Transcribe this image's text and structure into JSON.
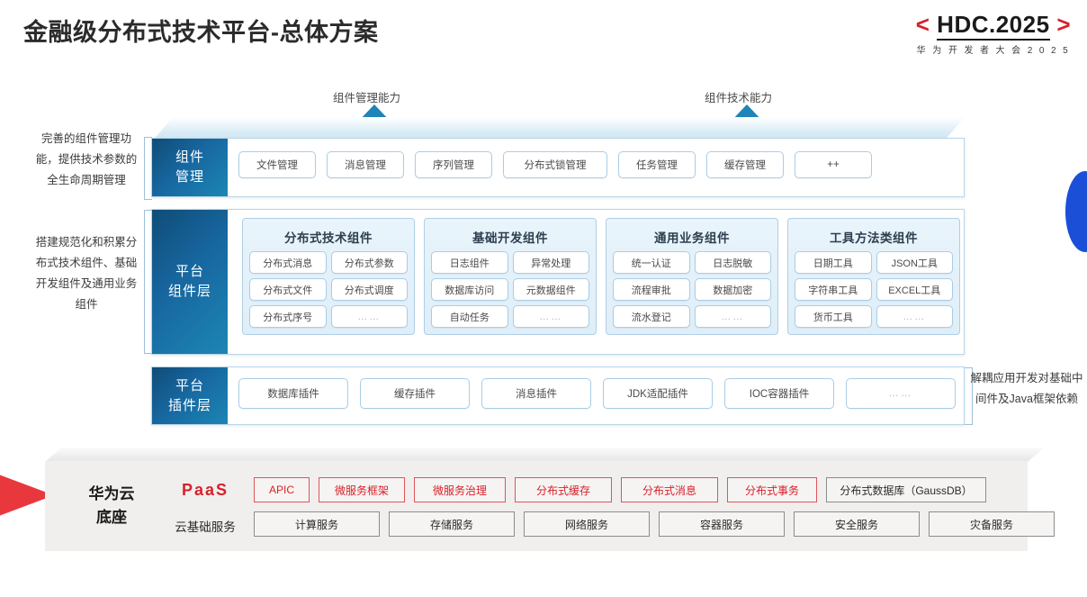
{
  "header": {
    "title": "金融级分布式技术平台-总体方案",
    "logo_open": "<",
    "logo_text": "HDC.2025",
    "logo_close": ">",
    "logo_sub": "华 为 开 发 者 大 会 2 0 2 5"
  },
  "arrows": [
    {
      "label": "组件管理能力"
    },
    {
      "label": "组件技术能力"
    }
  ],
  "left_notes": [
    "完善的组件管理功能，提供技术参数的全生命周期管理",
    "搭建规范化和积累分布式技术组件、基础开发组件及通用业务组件"
  ],
  "right_note": "解耦应用开发对基础中间件及Java框架依赖",
  "layers": {
    "component_management": {
      "tab": "组件\n管理",
      "tab_line1": "组件",
      "tab_line2": "管理",
      "items": [
        {
          "label": "文件管理",
          "width": 86
        },
        {
          "label": "消息管理",
          "width": 86
        },
        {
          "label": "序列管理",
          "width": 86
        },
        {
          "label": "分布式锁管理",
          "width": 116
        },
        {
          "label": "任务管理",
          "width": 86
        },
        {
          "label": "缓存管理",
          "width": 86
        },
        {
          "label": "++",
          "width": 86
        }
      ]
    },
    "platform_component": {
      "tab_line1": "平台",
      "tab_line2": "组件层",
      "groups": [
        {
          "title": "分布式技术组件",
          "items": [
            "分布式消息",
            "分布式参数",
            "分布式文件",
            "分布式调度",
            "分布式序号",
            "……"
          ]
        },
        {
          "title": "基础开发组件",
          "items": [
            "日志组件",
            "异常处理",
            "数据库访问",
            "元数据组件",
            "自动任务",
            "……"
          ]
        },
        {
          "title": "通用业务组件",
          "items": [
            "统一认证",
            "日志脱敏",
            "流程审批",
            "数据加密",
            "流水登记",
            "……"
          ]
        },
        {
          "title": "工具方法类组件",
          "items": [
            "日期工具",
            "JSON工具",
            "字符串工具",
            "EXCEL工具",
            "货币工具",
            "……"
          ]
        }
      ]
    },
    "platform_plugin": {
      "tab_line1": "平台",
      "tab_line2": "插件层",
      "items": [
        "数据库插件",
        "缓存插件",
        "消息插件",
        "JDK适配插件",
        "IOC容器插件",
        "……"
      ]
    }
  },
  "base": {
    "title_line1": "华为云",
    "title_line2": "底座",
    "paas_label": "PaaS",
    "cloud_label": "云基础服务",
    "paas_items": [
      {
        "label": "APIC",
        "width": 62,
        "style": "red"
      },
      {
        "label": "微服务框架",
        "width": 96,
        "style": "red"
      },
      {
        "label": "微服务治理",
        "width": 102,
        "style": "red"
      },
      {
        "label": "分布式缓存",
        "width": 108,
        "style": "red"
      },
      {
        "label": "分布式消息",
        "width": 108,
        "style": "red"
      },
      {
        "label": "分布式事务",
        "width": 100,
        "style": "red"
      },
      {
        "label": "分布式数据库（GaussDB）",
        "width": 178,
        "style": "gray"
      }
    ],
    "cloud_items": [
      {
        "label": "计算服务",
        "width": 140
      },
      {
        "label": "存储服务",
        "width": 140
      },
      {
        "label": "网络服务",
        "width": 140
      },
      {
        "label": "容器服务",
        "width": 140
      },
      {
        "label": "安全服务",
        "width": 140
      },
      {
        "label": "灾备服务",
        "width": 140
      }
    ]
  },
  "colors": {
    "brand_red": "#d9202a",
    "tab_blue_dark": "#0f4c77",
    "tab_blue_light": "#1c86b4",
    "pill_border": "#a9cde6",
    "base_bg": "#f0efed"
  }
}
